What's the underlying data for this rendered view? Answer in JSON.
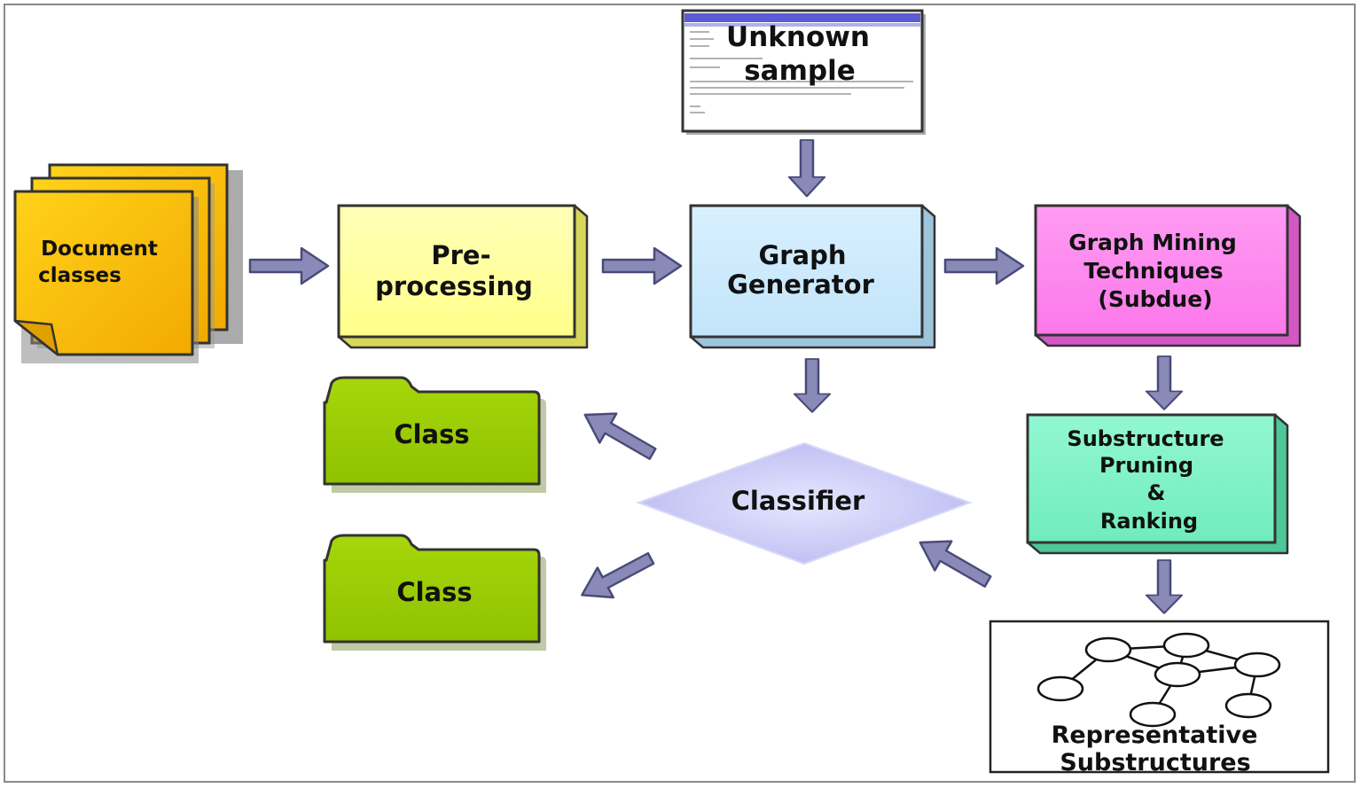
{
  "nodes": {
    "unknown_sample": {
      "line1": "Unknown",
      "line2": "sample"
    },
    "document_classes": {
      "line1": "Document",
      "line2": "classes"
    },
    "preprocessing": {
      "line1": "Pre-",
      "line2": "processing"
    },
    "graph_generator": {
      "line1": "Graph",
      "line2": "Generator"
    },
    "graph_mining": {
      "line1": "Graph Mining",
      "line2": "Techniques",
      "line3": "(Subdue)"
    },
    "class_top": {
      "label": "Class"
    },
    "class_bottom": {
      "label": "Class"
    },
    "classifier": {
      "label": "Classifier"
    },
    "pruning": {
      "line1": "Substructure",
      "line2": "Pruning",
      "line3": "&",
      "line4": "Ranking"
    },
    "representative": {
      "line1": "Representative",
      "line2": "Substructures"
    }
  },
  "colors": {
    "document": "#f7b900",
    "preprocessing": "#ffff99",
    "graph_generator": "#cce9fb",
    "graph_mining": "#ff88f0",
    "class_folder": "#99cc00",
    "classifier": "#c9c9f5",
    "pruning": "#80f2c8",
    "arrow": "#8a8ab8"
  }
}
